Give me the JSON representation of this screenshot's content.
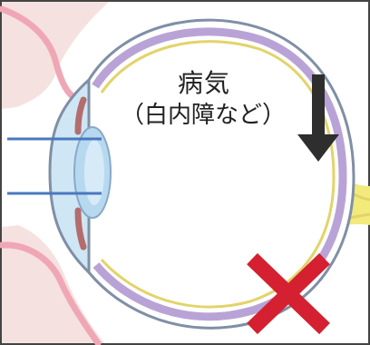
{
  "caption": {
    "line1": "病気",
    "line2": "（白内障など）"
  },
  "colors": {
    "frame": "#444444",
    "sclera_outline": "#7f8fa6",
    "choroid": "#b9a3d6",
    "retina_yellow": "#e3d36a",
    "optic_nerve": "#f2ea7a",
    "lens": "#b7d9f0",
    "cornea": "#cfe6f5",
    "iris": "#b46d6d",
    "lid_skin": "#f5e2e0",
    "lid_pink": "#f0a7b5",
    "light_ray": "#4a78bf",
    "arrow": "#2e2e2e",
    "cross": "#d42030"
  },
  "icons": [
    "eye-cross-section",
    "down-arrow-icon",
    "cross-icon"
  ]
}
